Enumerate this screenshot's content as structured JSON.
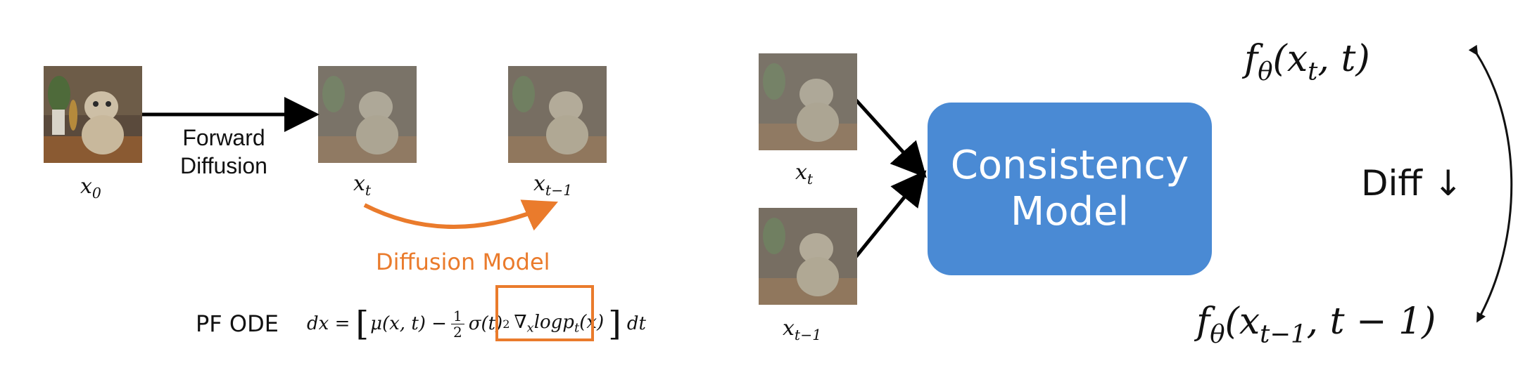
{
  "left_panel": {
    "x0_label": "x",
    "x0_sub": "0",
    "xt_label": "x",
    "xt_sub": "t",
    "xt1_label": "x",
    "xt1_sub": "t−1",
    "forward_line1": "Forward",
    "forward_line2": "Diffusion",
    "diffusion_model_label": "Diffusion Model",
    "pf_ode_label": "PF ODE",
    "ode": {
      "dx": "dx =",
      "mu": "μ(x, t) −",
      "half_num": "1",
      "half_den": "2",
      "sigma": "σ(t)",
      "sigma_exp": "2",
      "nabla": "∇",
      "nabla_sub": "x",
      "logp": "logp",
      "logp_sub": "t",
      "logp_arg": "(x)",
      "dt": "dt"
    }
  },
  "right_panel": {
    "xt_label": "x",
    "xt_sub": "t",
    "xt1_label": "x",
    "xt1_sub": "t−1",
    "model_line1": "Consistency",
    "model_line2": "Model",
    "f_top": "f",
    "f_top_sub": "θ",
    "f_top_args_pre": "(x",
    "f_top_args_sub": "t",
    "f_top_args_post": ", t)",
    "f_bottom": "f",
    "f_bottom_sub": "θ",
    "f_bottom_args_pre": "(x",
    "f_bottom_args_sub": "t−1",
    "f_bottom_args_post": ", t − 1)",
    "diff_label": "Diff ↓"
  },
  "colors": {
    "accent_orange": "#ea7b2c",
    "model_blue": "#4a8ad4"
  }
}
